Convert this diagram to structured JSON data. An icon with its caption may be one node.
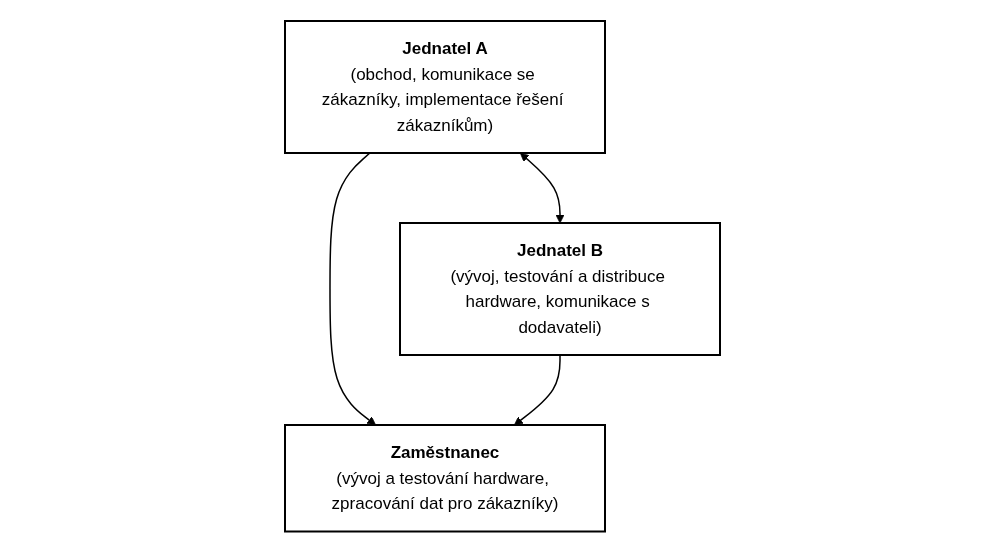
{
  "diagram": {
    "nodes": [
      {
        "text": [
          "Jednatel A",
          "(obchod, komunikace se zákazníky, implementace řešení zákazníkům)"
        ]
      },
      {
        "text": [
          "Jednatel B",
          "(vývoj, testování a distribuce hardware, komunikace s dodavateli)"
        ]
      },
      {
        "text": [
          "Zaměstnanec",
          "(vývoj a testování hardware, zpracování dat pro zákazníky)"
        ]
      }
    ],
    "edges": [
      {
        "from": 0,
        "to": 1,
        "arrow": "both"
      },
      {
        "from": 0,
        "to": 2,
        "arrow": "to"
      },
      {
        "from": 1,
        "to": 2,
        "arrow": "to"
      }
    ]
  }
}
